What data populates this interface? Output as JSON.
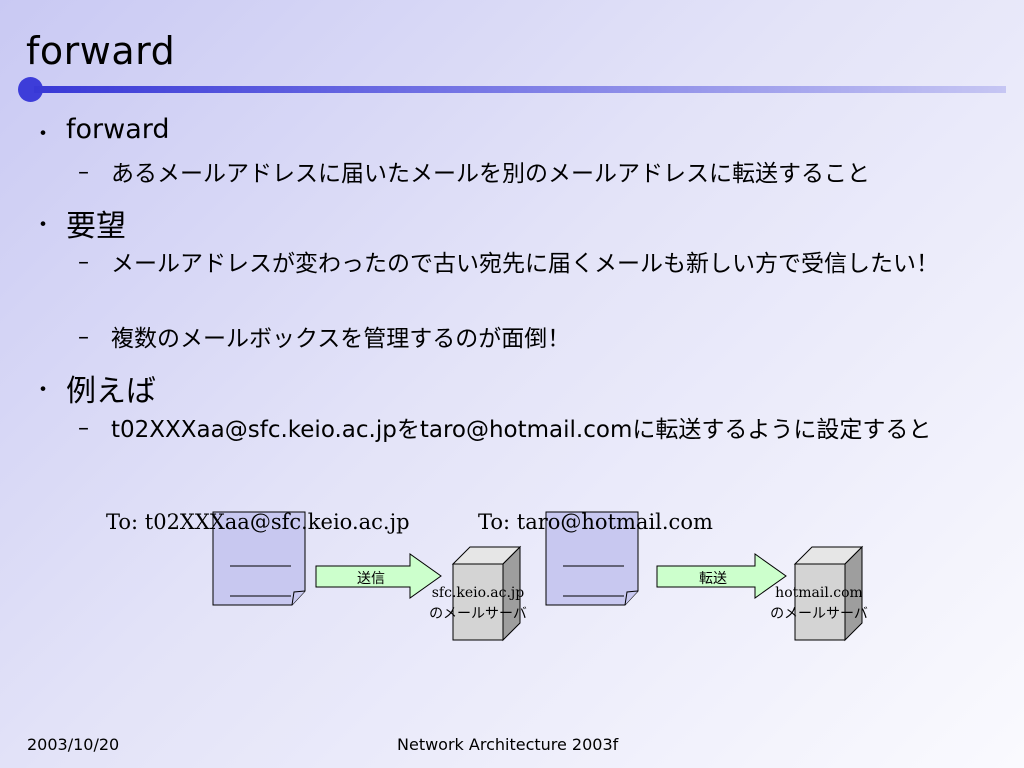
{
  "slide": {
    "title": "forward",
    "bullets": [
      {
        "label": "forward",
        "sub": [
          "あるメールアドレスに届いたメールを別のメールアドレスに転送すること"
        ]
      },
      {
        "label": "要望",
        "sub": [
          "メールアドレスが変わったので古い宛先に届くメールも新しい方で受信したい！",
          "複数のメールボックスを管理するのが面倒！"
        ]
      },
      {
        "label": "例えば",
        "sub": [
          "t02XXXaa@sfc.keio.ac.jpをtaro@hotmail.comに転送するように設定すると"
        ]
      }
    ],
    "bullet_glyph": "・",
    "sub_glyph": "–"
  },
  "diagram": {
    "doc1_to": "To: t02XXXaa@sfc.keio.ac.jp",
    "doc2_to": "To: taro@hotmail.com",
    "arrow1_label": "送信",
    "arrow2_label": "転送",
    "server1_host": "sfc.keio.ac.jp",
    "server1_desc": "のメールサーバ",
    "server2_host": "hotmail.com",
    "server2_desc": "のメールサーバ",
    "colors": {
      "document_fill": "#c8c8f0",
      "server_fill": "#d4d4d4",
      "arrow_fill": "#ccffcc",
      "arrow_stroke": "#000000"
    }
  },
  "footer": {
    "date": "2003/10/20",
    "course": "Network Architecture 2003f"
  }
}
